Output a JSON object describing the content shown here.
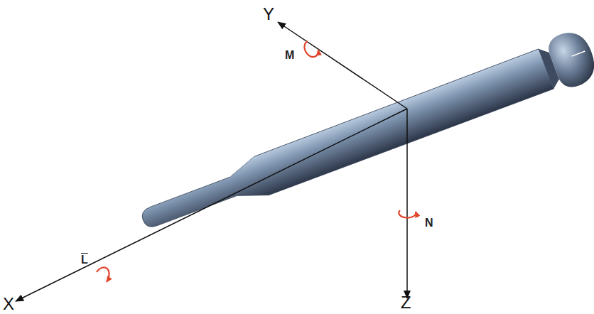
{
  "diagram": {
    "labels": [
      "Y",
      "M",
      "L",
      "N",
      "X",
      "Z"
    ]
  }
}
